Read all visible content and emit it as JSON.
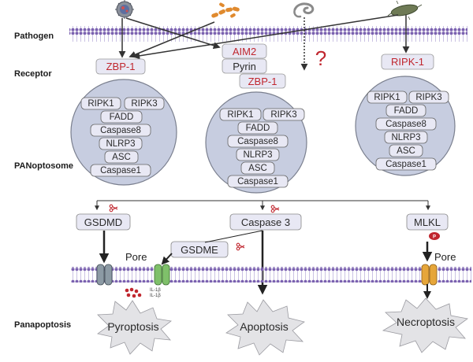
{
  "row_labels": {
    "pathogen": "Pathogen",
    "receptor": "Receptor",
    "panoptosome": "PANoptosome",
    "panapoptosis": "Panapoptosis"
  },
  "receptors": {
    "left": "ZBP-1",
    "middle": [
      "AIM2",
      "Pyrin",
      "ZBP-1"
    ],
    "right": "RIPK-1",
    "unknown": "?"
  },
  "complexes": {
    "left": [
      "RIPK1",
      "RIPK3",
      "FADD",
      "Caspase8",
      "NLRP3",
      "ASC",
      "Caspase1"
    ],
    "middle": [
      "RIPK1",
      "RIPK3",
      "FADD",
      "Caspase8",
      "NLRP3",
      "ASC",
      "Caspase1"
    ],
    "right": [
      "RIPK1",
      "RIPK3",
      "FADD",
      "Caspase8",
      "NLRP3",
      "ASC",
      "Caspase1"
    ]
  },
  "effectors": {
    "gsdmd": "GSDMD",
    "caspase3": "Caspase 3",
    "mlkl": "MLKL",
    "gsdme": "GSDME",
    "phospho": "P"
  },
  "pores": {
    "left": "Pore",
    "right": "Pore"
  },
  "cytokines": [
    "IL-1β",
    "IL-1β"
  ],
  "outcomes": {
    "pyroptosis": "Pyroptosis",
    "apoptosis": "Apoptosis",
    "necroptosis": "Necroptosis"
  },
  "colors": {
    "receptor_text": "#c0262e",
    "membrane": "#7b62b0",
    "circle": "#c7cde0",
    "pill": "#e8e8f4",
    "pore_green": "#7fc06a",
    "pore_gray": "#8c9aa4",
    "pore_orange": "#e6a63a",
    "phospho": "#c0262e"
  },
  "icons": [
    "virus-icon",
    "bacteria-chain-icon",
    "parasite-icon",
    "bacterium-icon",
    "scissors-icon"
  ]
}
